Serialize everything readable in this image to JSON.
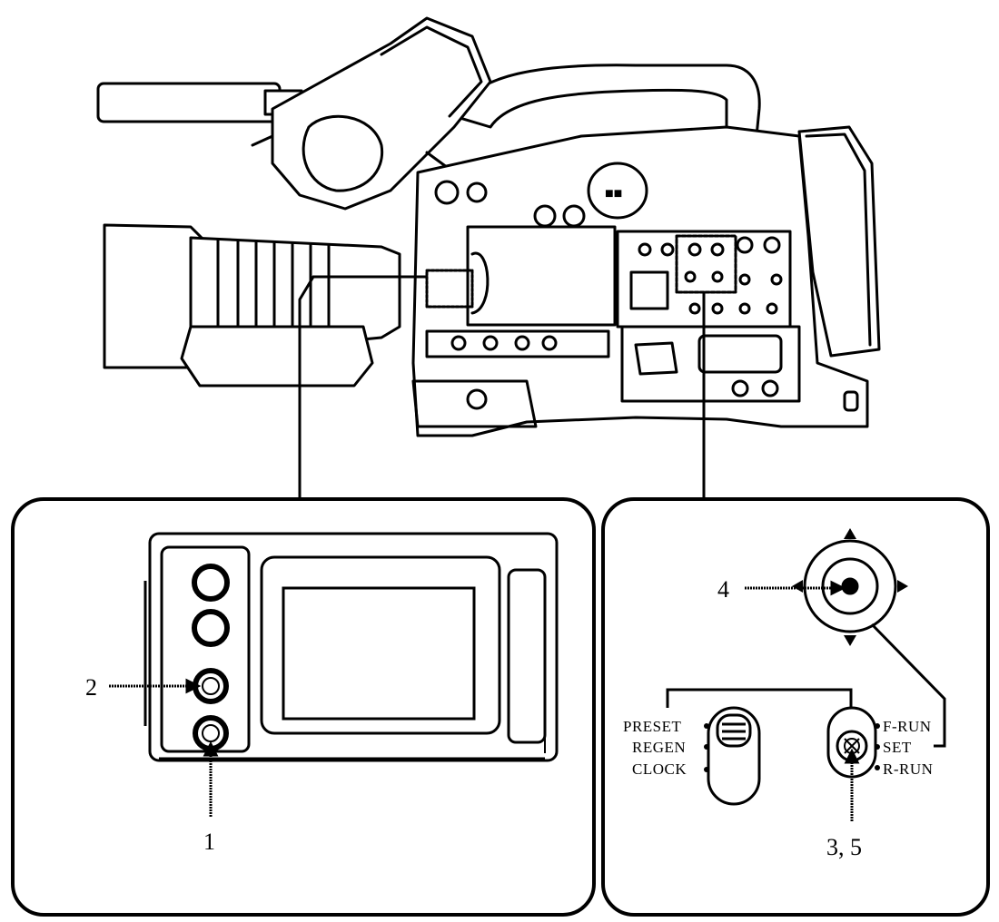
{
  "callouts": {
    "c1": "1",
    "c2": "2",
    "c3_5": "3, 5",
    "c4": "4"
  },
  "left_switch": {
    "preset": "PRESET",
    "regen": "REGEN",
    "clock": "CLOCK"
  },
  "right_switch": {
    "f_run": "F-RUN",
    "set": "SET",
    "r_run": "R-RUN"
  }
}
